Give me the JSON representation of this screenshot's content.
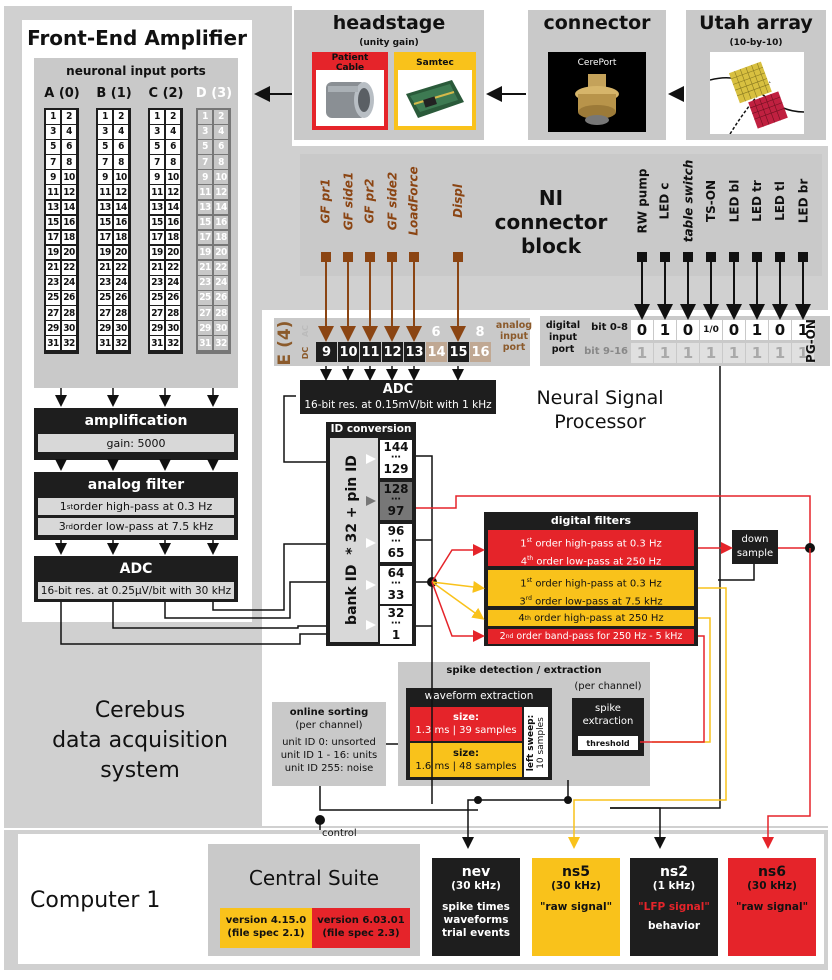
{
  "fea": {
    "title": "Front-End Amplifier",
    "ports_title": "neuronal input ports",
    "ports": [
      {
        "label": "A (0)",
        "dim": false
      },
      {
        "label": "B (1)",
        "dim": false
      },
      {
        "label": "C (2)",
        "dim": false
      },
      {
        "label": "D (3)",
        "dim": true
      }
    ],
    "channels": [
      [
        "1",
        "2"
      ],
      [
        "3",
        "4"
      ],
      [
        "5",
        "6"
      ],
      [
        "7",
        "8"
      ],
      [
        "9",
        "10"
      ],
      [
        "11",
        "12"
      ],
      [
        "13",
        "14"
      ],
      [
        "15",
        "16"
      ],
      [
        "17",
        "18"
      ],
      [
        "19",
        "20"
      ],
      [
        "21",
        "22"
      ],
      [
        "23",
        "24"
      ],
      [
        "25",
        "26"
      ],
      [
        "27",
        "28"
      ],
      [
        "29",
        "30"
      ],
      [
        "31",
        "32"
      ]
    ],
    "amplification": {
      "title": "amplification",
      "gain": "gain: 5000"
    },
    "analog_filter": {
      "title": "analog filter",
      "hp": "1st order high-pass at 0.3 Hz",
      "hp_ord": "st",
      "hp_text": " order high-pass at 0.3 Hz",
      "lp_ord": "rd",
      "lp_text": " order low-pass at 7.5 kHz",
      "hp_num": "1",
      "lp_num": "3"
    },
    "adc": {
      "title": "ADC",
      "desc": "16-bit res. at 0.25µV/bit with 30 kHz"
    }
  },
  "headstage": {
    "title": "headstage",
    "subtitle": "(unity gain)",
    "patient_cable": "Patient Cable",
    "samtec": "Samtec"
  },
  "connector": {
    "title": "connector",
    "cereport": "CerePort"
  },
  "utah": {
    "title": "Utah array",
    "subtitle": "(10-by-10)"
  },
  "ni": {
    "title_line1": "NI",
    "title_line2": "connector",
    "title_line3": "block",
    "analog_labels": [
      "GF pr1",
      "GF side1",
      "GF pr2",
      "GF side2",
      "LoadForce",
      "Displ"
    ],
    "digital_labels": [
      "RW pump",
      "LED c",
      "table switch",
      "TS-ON",
      "LED bl",
      "LED tr",
      "LED tl",
      "LED br"
    ]
  },
  "analog_port": {
    "e_label": "E (4)",
    "dc": "DC",
    "ac": "AC",
    "top_dim": [
      "6",
      "8"
    ],
    "bottom": [
      "9",
      "10",
      "11",
      "12",
      "13",
      "14",
      "15",
      "16"
    ],
    "title_line1": "analog",
    "title_line2": "input",
    "title_line3": "port"
  },
  "digital_port": {
    "title_line1": "digital",
    "title_line2": "input",
    "title_line3": "port",
    "row1_label": "bit 0-8",
    "row2_label": "bit 9-16",
    "row1_bits": [
      "0",
      "1",
      "0",
      "1/0",
      "0",
      "1",
      "0",
      "1"
    ],
    "row2_bits": [
      "1",
      "1",
      "1",
      "1",
      "1",
      "1",
      "1",
      "1"
    ],
    "pg_on": "PG-ON"
  },
  "adc2": {
    "title": "ADC",
    "desc": "16-bit res. at 0.15mV/bit with 1 kHz"
  },
  "nsp": {
    "title_line1": "Neural Signal",
    "title_line2": "Processor"
  },
  "id_conv": {
    "title": "ID conversion",
    "side_label": "bank ID  * 32 + pin ID",
    "ranges": [
      {
        "top": "144",
        "bot": "129",
        "dark": false
      },
      {
        "top": "128",
        "bot": "97",
        "dark": true
      },
      {
        "top": "96",
        "bot": "65",
        "dark": false
      },
      {
        "top": "64",
        "bot": "33",
        "dark": false
      },
      {
        "top": "32",
        "bot": "1",
        "dark": false
      }
    ],
    "dots": "⋯"
  },
  "digital_filters": {
    "title": "digital filters",
    "f1_line1": "order high-pass at 0.3 Hz",
    "f1_line1_num": "1",
    "f1_line1_ord": "st",
    "f1_line2": "order low-pass at 250 Hz",
    "f1_line2_num": "4",
    "f1_line2_ord": "th",
    "f2_line1": "order high-pass at 0.3 Hz",
    "f2_line1_num": "1",
    "f2_line1_ord": "st",
    "f2_line2": "order low-pass at 7.5 kHz",
    "f2_line2_num": "3",
    "f2_line2_ord": "rd",
    "f3": "order high-pass at 250 Hz",
    "f3_num": "4",
    "f3_ord": "th",
    "f4": "order band-pass for 250 Hz - 5 kHz",
    "f4_num": "2",
    "f4_ord": "nd",
    "downsample_line1": "down",
    "downsample_line2": "sample"
  },
  "spike": {
    "title": "spike detection / extraction",
    "per_channel": "(per channel)",
    "waveform_title": "waveform extraction",
    "size_label": "size:",
    "size1": "1.3 ms | 39 samples",
    "size2": "1.6 ms | 48 samples",
    "left_sweep": "left sweep:",
    "left_sweep_val": "10 samples",
    "extraction_line1": "spike",
    "extraction_line2": "extraction",
    "threshold": "threshold"
  },
  "sorting": {
    "title": "online sorting",
    "per_channel": "(per channel)",
    "line1": "unit ID 0: unsorted",
    "line2": "unit ID 1 - 16: units",
    "line3": "unit ID 255: noise"
  },
  "cerebus": {
    "line1": "Cerebus",
    "line2": "data acquisition",
    "line3": "system"
  },
  "control": "control",
  "computer": {
    "title": "Computer 1"
  },
  "central": {
    "title": "Central Suite",
    "v1_line1": "version 4.15.0",
    "v1_line2": "(file spec 2.1)",
    "v2_line1": "version 6.03.01",
    "v2_line2": "(file spec 2.3)"
  },
  "outputs": [
    {
      "name": "nev",
      "rate": "(30 kHz)",
      "desc": [
        "spike times",
        "waveforms",
        "trial events"
      ],
      "style": "black"
    },
    {
      "name": "ns5",
      "rate": "(30 kHz)",
      "desc": [
        "\"raw signal\""
      ],
      "style": "yellow"
    },
    {
      "name": "ns2",
      "rate": "(1 kHz)",
      "desc": [
        "\"LFP signal\"",
        "behavior"
      ],
      "style": "black"
    },
    {
      "name": "ns6",
      "rate": "(30 kHz)",
      "desc": [
        "\"raw signal\""
      ],
      "style": "red"
    }
  ],
  "colors": {
    "red": "#e5242a",
    "yellow": "#f9c21b",
    "brown": "#8b4513",
    "dark": "#1e1e1e",
    "gray": "#d0d0d0"
  }
}
